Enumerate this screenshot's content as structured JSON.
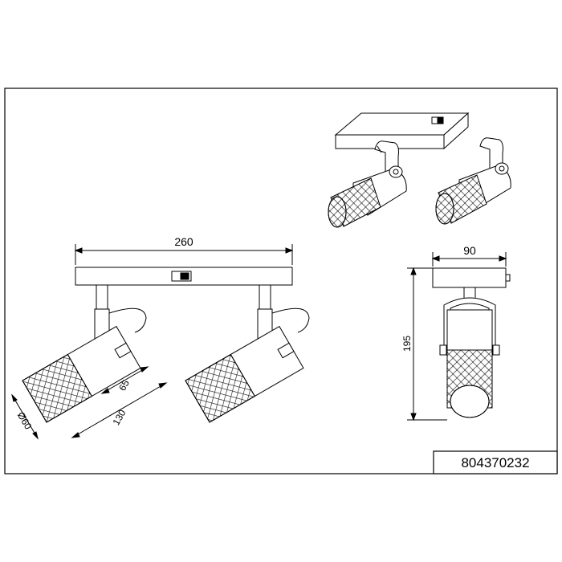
{
  "dimensions": {
    "total_width": "260",
    "depth": "90",
    "height": "195",
    "shade_length": "130",
    "head_length": "65",
    "diameter": "Ø60"
  },
  "article_number": "804370232"
}
